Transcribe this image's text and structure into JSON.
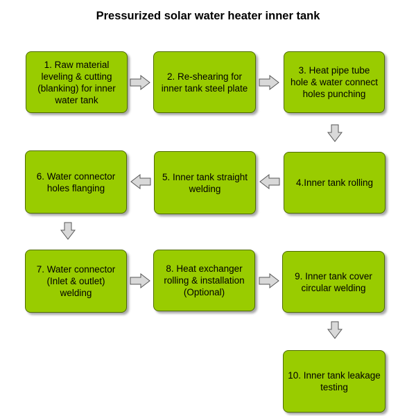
{
  "title": "Pressurized solar water heater inner tank",
  "colors": {
    "box_fill": "#99cc00",
    "box_border": "#4f6b00",
    "arrow_fill": "#d9d9d9",
    "arrow_stroke": "#555555"
  },
  "steps": [
    {
      "label": "1. Raw material leveling & cutting (blanking) for inner water tank"
    },
    {
      "label": "2. Re-shearing for inner tank steel plate"
    },
    {
      "label": "3. Heat pipe tube hole & water connect holes punching"
    },
    {
      "label": "4.Inner tank rolling"
    },
    {
      "label": "5. Inner tank straight welding"
    },
    {
      "label": "6. Water connector holes flanging"
    },
    {
      "label": "7. Water connector (Inlet & outlet) welding"
    },
    {
      "label": "8. Heat exchanger rolling & installation (Optional)"
    },
    {
      "label": "9. Inner tank cover circular welding"
    },
    {
      "label": "10. Inner tank leakage testing"
    }
  ]
}
